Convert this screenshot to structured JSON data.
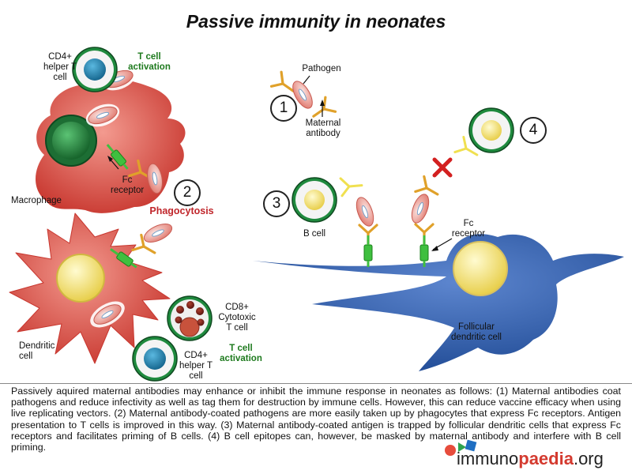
{
  "title": "Passive immunity in neonates",
  "labels": {
    "cd4_top": "CD4+ helper T cell",
    "t_activation_top": "T cell activation",
    "fc_receptor_left": "Fc receptor",
    "macrophage": "Macrophage",
    "phagocytosis": "Phagocytosis",
    "pathogen": "Pathogen",
    "maternal_antibody": "Maternal antibody",
    "b_cell": "B cell",
    "fc_receptor_right": "Fc receptor",
    "follicular_dc": "Follicular dendritic cell",
    "cd8": "CD8+ Cytotoxic T cell",
    "dendritic_cell": "Dendritic cell",
    "cd4_bottom": "CD4+ helper T cell",
    "t_activation_bottom": "T cell activation"
  },
  "steps": [
    "1",
    "2",
    "3",
    "4"
  ],
  "caption": "Passively aquired maternal antibodies may enhance or inhibit the immune response in neonates as follows: (1) Maternal antibodies coat pathogens and reduce infectivity as well as tag them for destruction by immune cells. However, this can reduce vaccine efficacy when using live replicating vectors. (2) Maternal antibody-coated pathogens are more easily taken up by phagocytes that express Fc receptors. Antigen presentation to T cells is improved in this way. (3) Maternal antibody-coated antigen is trapped by follicular dendritic cells that express Fc receptors and facilitates priming of B cells. (4) B cell epitopes can, however, be masked by maternal antibody and interfere with B cell priming.",
  "logo": {
    "part1": "immuno",
    "part2": "paedia",
    "part3": ".org"
  },
  "colors": {
    "macrophage": "#d9534a",
    "t_cell_ring": "#2e8b45",
    "b_cell_nucleus": "#f3e27a",
    "helper_nucleus": "#1f7fa8",
    "fdc": "#2f5fae",
    "antibody": "#e5a52a",
    "fc_receptor": "#3fbf3f",
    "block_x": "#d32020"
  }
}
